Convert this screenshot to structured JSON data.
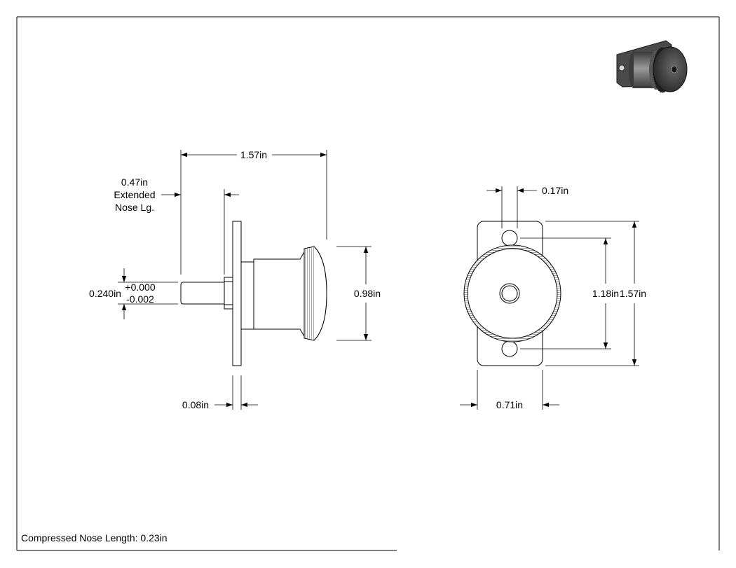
{
  "dimensions": {
    "overall_length": "1.57in",
    "extended_nose": [
      "0.47in",
      "Extended",
      "Nose Lg."
    ],
    "pin_diameter": "0.240in",
    "tolerance_plus": "+0.000",
    "tolerance_minus": "-0.002",
    "knob_diameter": "0.98in",
    "flange_thickness": "0.08in",
    "hole_diameter": "0.17in",
    "hole_spacing": "1.18in",
    "flange_height": "1.57in",
    "flange_width": "0.71in"
  },
  "note": "Compressed Nose Length: 0.23in"
}
